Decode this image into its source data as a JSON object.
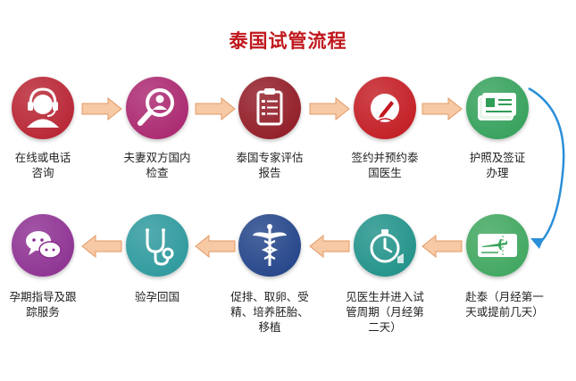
{
  "title": "泰国试管流程",
  "colors": {
    "title": "#c0171c",
    "arrow_fill": "#f7c9a4",
    "arrow_stroke": "#e39a66",
    "connector": "#2b8fd8"
  },
  "steps": [
    {
      "label_lines": [
        "在线或电话",
        "咨询"
      ],
      "icon": "headset-agent-icon",
      "color": "#b61e2d"
    },
    {
      "label_lines": [
        "夫妻双方国内",
        "检查"
      ],
      "icon": "magnifier-person-icon",
      "color": "#a8216b"
    },
    {
      "label_lines": [
        "泰国专家评估",
        "报告"
      ],
      "icon": "clipboard-report-icon",
      "color": "#8e1520"
    },
    {
      "label_lines": [
        "签约并预约泰",
        "国医生"
      ],
      "icon": "pen-sign-icon",
      "color": "#c1161d"
    },
    {
      "label_lines": [
        "护照及签证",
        "办理"
      ],
      "icon": "passport-card-icon",
      "color": "#2f9e57"
    },
    {
      "label_lines": [
        "赴泰（月经第一",
        "天或提前几天）"
      ],
      "icon": "airplane-ticket-icon",
      "color": "#3aa45a"
    },
    {
      "label_lines": [
        "见医生并进入试",
        "管周期（月经第",
        "二天）"
      ],
      "icon": "stopwatch-icon",
      "color": "#1a8f86"
    },
    {
      "label_lines": [
        "促排、取卵、受",
        "精、培养胚胎、",
        "移植"
      ],
      "icon": "caduceus-icon",
      "color": "#1d3f86"
    },
    {
      "label_lines": [
        "验孕回国"
      ],
      "icon": "stethoscope-icon",
      "color": "#27969a"
    },
    {
      "label_lines": [
        "孕期指导及跟",
        "踪服务"
      ],
      "icon": "chat-bubbles-icon",
      "color": "#8a2b8f"
    }
  ]
}
